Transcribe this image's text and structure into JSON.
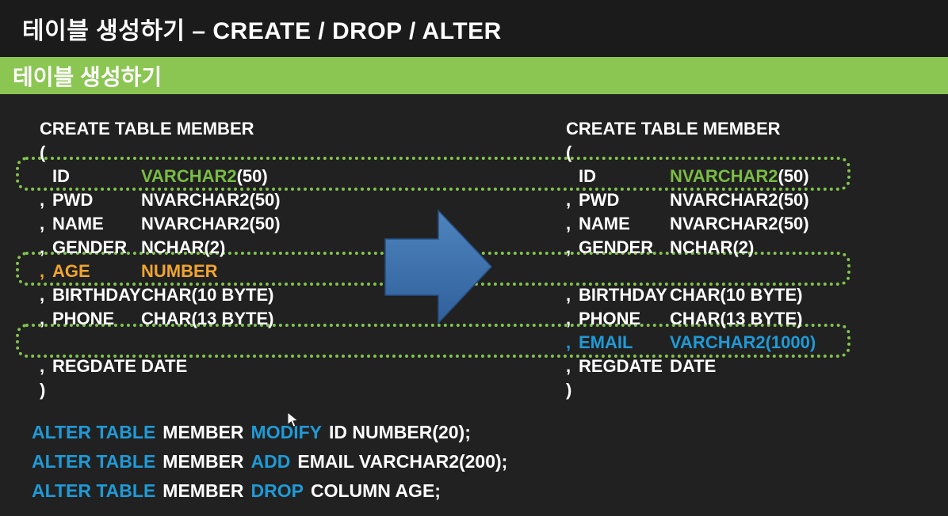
{
  "title_bar": {
    "title": "테이블 생성하기 – CREATE / DROP / ALTER"
  },
  "section_bar": {
    "label": "테이블 생성하기"
  },
  "left_code": {
    "header": "CREATE TABLE MEMBER",
    "open_paren": "(",
    "close_paren": ")",
    "rows": [
      {
        "c": "",
        "n": "ID",
        "th": "VARCHAR2",
        "tt": "(50)"
      },
      {
        "c": ",",
        "n": "PWD",
        "t": "NVARCHAR2(50)"
      },
      {
        "c": ",",
        "n": "NAME",
        "t": "NVARCHAR2(50)"
      },
      {
        "c": ",",
        "n": "GENDER",
        "t": "NCHAR(2)"
      },
      {
        "c": ",",
        "n": "AGE",
        "t": "NUMBER"
      },
      {
        "c": ",",
        "n": "BIRTHDAY",
        "t": "CHAR(10 BYTE)"
      },
      {
        "c": ",",
        "n": "PHONE",
        "t": "CHAR(13 BYTE)"
      },
      {
        "c": ",",
        "n": "REGDATE",
        "t": "DATE"
      }
    ]
  },
  "right_code": {
    "header": "CREATE TABLE MEMBER",
    "open_paren": "(",
    "close_paren": ")",
    "rows": [
      {
        "c": "",
        "n": "ID",
        "th": "NVARCHAR2",
        "tt": "(50)"
      },
      {
        "c": ",",
        "n": "PWD",
        "t": "NVARCHAR2(50)"
      },
      {
        "c": ",",
        "n": "NAME",
        "t": "NVARCHAR2(50)"
      },
      {
        "c": ",",
        "n": "GENDER",
        "t": "NCHAR(2)"
      },
      {
        "c": ",",
        "n": "BIRTHDAY",
        "t": "CHAR(10 BYTE)"
      },
      {
        "c": ",",
        "n": "PHONE",
        "t": "CHAR(13 BYTE)"
      },
      {
        "c": ",",
        "n": "EMAIL",
        "t": "VARCHAR2(1000)"
      },
      {
        "c": ",",
        "n": "REGDATE",
        "t": "DATE"
      }
    ]
  },
  "alter_statements": [
    {
      "kw1": "ALTER TABLE",
      "obj": "MEMBER",
      "kw2": "MODIFY",
      "rest": "ID NUMBER(20);"
    },
    {
      "kw1": "ALTER TABLE",
      "obj": "MEMBER",
      "kw2": "ADD",
      "rest": "EMAIL VARCHAR2(200);"
    },
    {
      "kw1": "ALTER TABLE",
      "obj": "MEMBER",
      "kw2": "DROP",
      "rest": "COLUMN AGE;"
    }
  ],
  "colors": {
    "background": "#212121",
    "titlebar_bg": "#1b1b1b",
    "green_bar": "#8bc653",
    "code_green": "#7abc45",
    "code_orange": "#f0a42e",
    "code_blue": "#1f9ad6",
    "highlight_border": "#82c44e",
    "arrow_fill_top": "#4e84be",
    "arrow_fill_bottom": "#30609b"
  }
}
